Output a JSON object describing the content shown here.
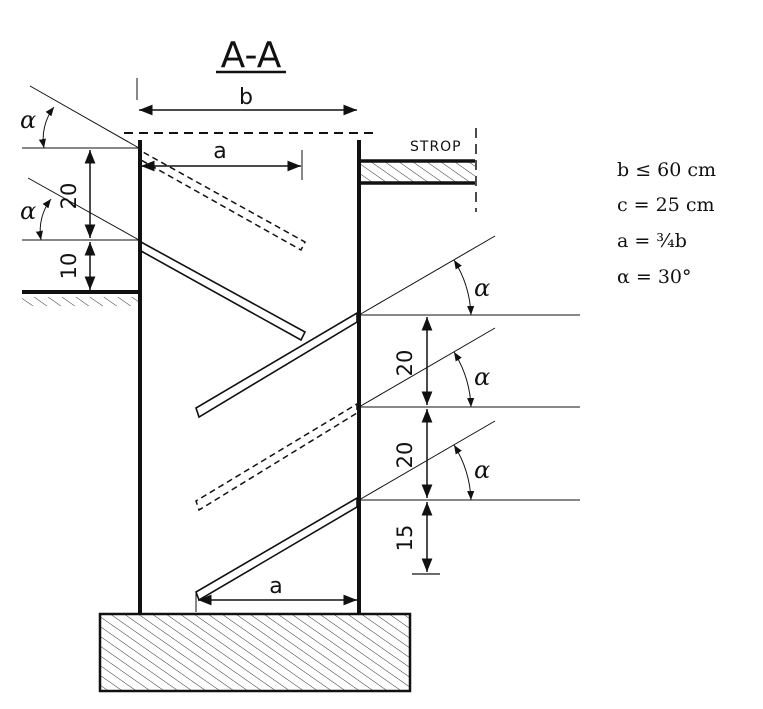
{
  "section_title": "A-A",
  "labels": {
    "b": "b",
    "a_top": "a",
    "a_bottom": "a",
    "strop": "STROP"
  },
  "alpha_symbol": "α",
  "dimensions": {
    "left_upper": "20",
    "left_lower": "10",
    "right_upper": "20",
    "right_middle": "20",
    "right_lower": "15"
  },
  "legend": [
    "b ≤ 60 cm",
    "c = 25 cm",
    "a =  ¾b",
    "α = 30°"
  ]
}
